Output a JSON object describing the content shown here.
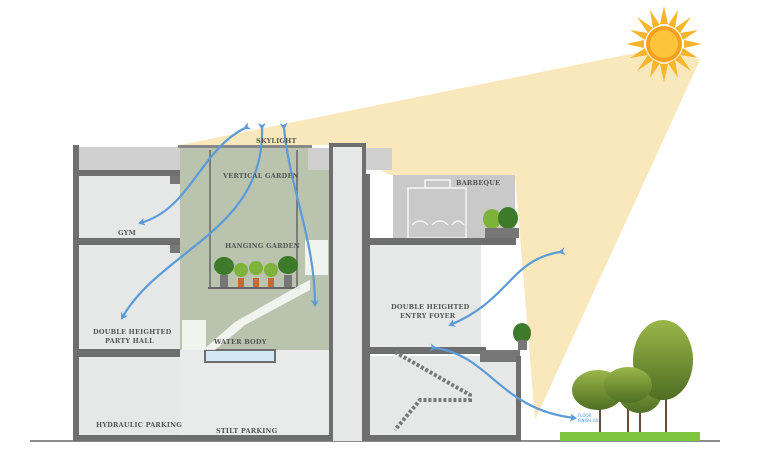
{
  "diagram": {
    "title": "Building section with natural light and ventilation",
    "labels": {
      "skylight": "SKYLIGHT",
      "vertical_garden": "VERTICAL GARDEN",
      "gym": "GYM",
      "hanging_garden": "HANGING GARDEN",
      "party_hall_line1": "DOUBLE HEIGHTED",
      "party_hall_line2": "PARTY HALL",
      "water_body": "WATER BODY",
      "hydraulic_parking": "HYDRAULIC PARKING",
      "stilt_parking": "STILT PARKING",
      "barbeque": "BARBEQUE",
      "foyer_line1": "DOUBLE HEIGHTED",
      "foyer_line2": "ENTRY FOYER",
      "floor_finish_line1": "FLOOR",
      "floor_finish_line2": "FINISH LVL"
    },
    "colors": {
      "sunlight": "#f8e6b4",
      "sun": "#f5a623",
      "arrow": "#5b9bd8",
      "courtyard": "#b9c3ad",
      "wall": "#6e6e6e",
      "room": "#e6e8e8",
      "tree": "#6f8f2e"
    }
  }
}
